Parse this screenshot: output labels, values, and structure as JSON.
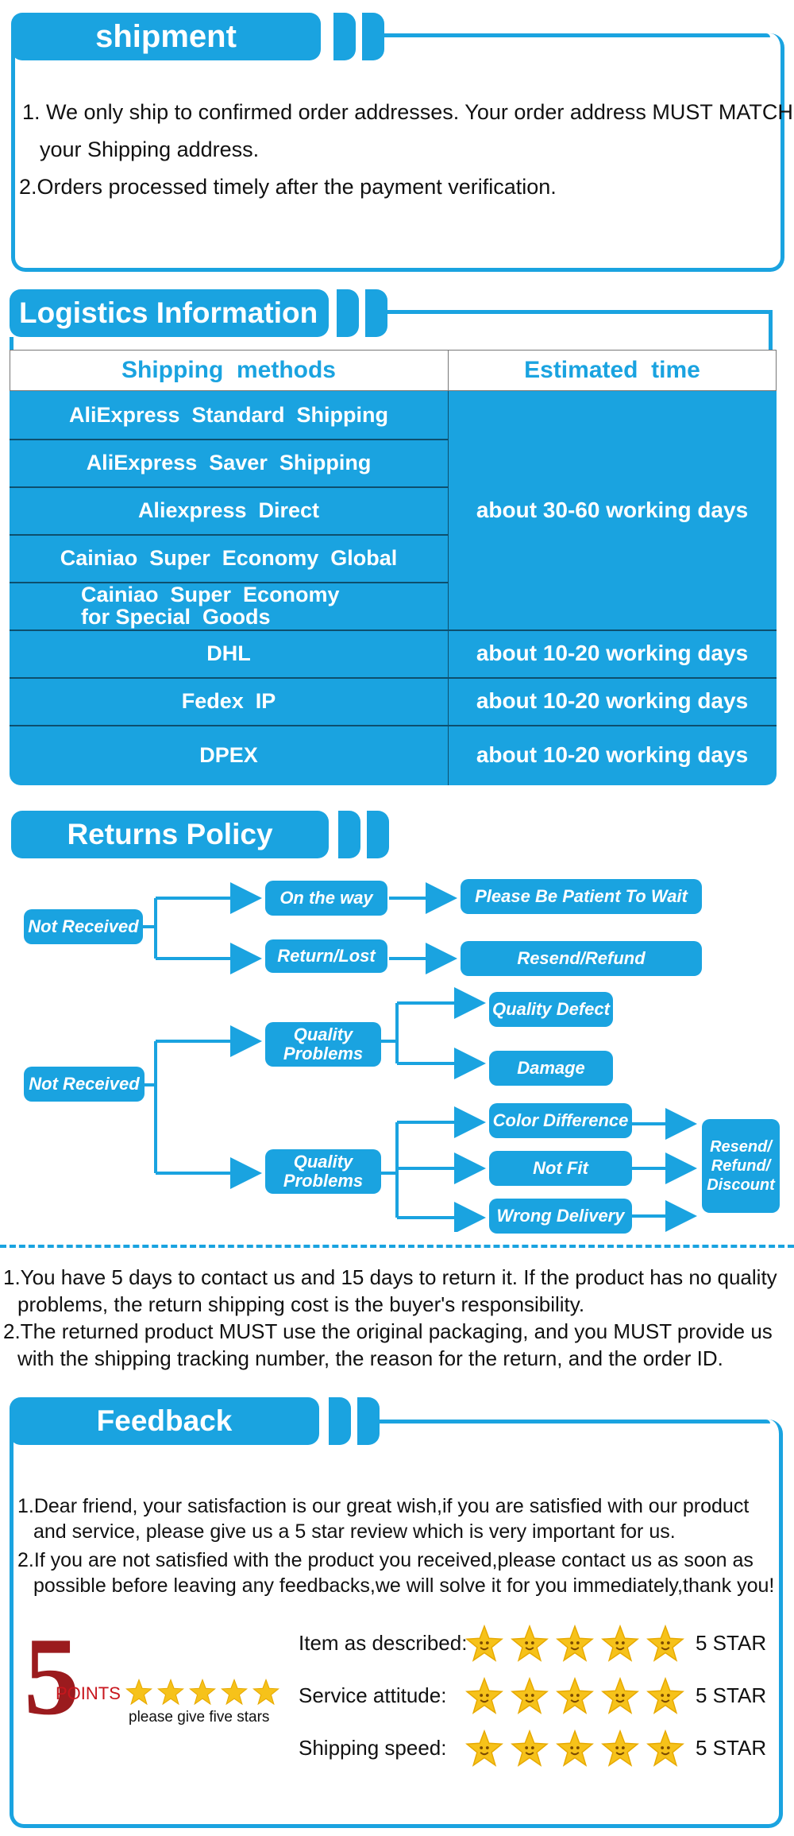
{
  "colors": {
    "accent": "#1aa3e0",
    "dark_red": "#9b1b1e",
    "star": "#f6c21a"
  },
  "shipment": {
    "title": "shipment",
    "lines": [
      "1. We only ship to confirmed order addresses. Your order address MUST MATCH",
      "your Shipping address.",
      "2.Orders processed timely after the payment verification."
    ]
  },
  "logistics": {
    "title": "Logistics Information",
    "headers": [
      "Shipping  methods",
      "Estimated  time"
    ],
    "methods": [
      "AliExpress  Standard  Shipping",
      "AliExpress  Saver  Shipping",
      "Aliexpress  Direct",
      "Cainiao  Super  Economy  Global",
      "Cainiao  Super  Economy  for Special  Goods",
      "DHL",
      "Fedex  IP",
      "DPEX"
    ],
    "times": [
      "about 30-60 working days",
      "about 10-20 working days",
      "about 10-20 working days",
      "about 10-20 working days"
    ]
  },
  "returns": {
    "title": "Returns Policy",
    "flow1": {
      "root": "Not Received",
      "a": "On the way",
      "a_result": "Please Be Patient To Wait",
      "b": "Return/Lost",
      "b_result": "Resend/Refund"
    },
    "flow2": {
      "root": "Not Received",
      "q1": "Quality Problems",
      "q1_results": [
        "Quality Defect",
        "Damage"
      ],
      "q2": "Quality Problems",
      "q2_results": [
        "Color Difference",
        "Not Fit",
        "Wrong Delivery"
      ],
      "final": "Resend/ Refund/ Discount"
    },
    "notes": [
      "1.You have 5 days to contact us and 15 days to return it. If the product has no quality",
      "problems, the return shipping cost is the buyer's responsibility.",
      "2.The returned product MUST use the original packaging, and you MUST provide us",
      "with the shipping tracking number, the reason for the return, and the order ID."
    ]
  },
  "feedback": {
    "title": "Feedback",
    "lines": [
      "1.Dear friend, your satisfaction is our great wish,if you are satisfied with our product",
      "and service, please give us a 5 star review which is very important for us.",
      "2.If you are not satisfied with the product you received,please contact us as soon as",
      "possible before leaving any feedbacks,we will solve it for you immediately,thank you!"
    ],
    "points_number": "5",
    "points_label": "POINTS",
    "points_caption": "please give five stars",
    "ratings": [
      {
        "label": "Item as described:",
        "value": "5 STAR",
        "stars": 5
      },
      {
        "label": "Service attitude:",
        "value": "5 STAR",
        "stars": 5
      },
      {
        "label": "Shipping speed:",
        "value": "5 STAR",
        "stars": 5
      }
    ]
  }
}
